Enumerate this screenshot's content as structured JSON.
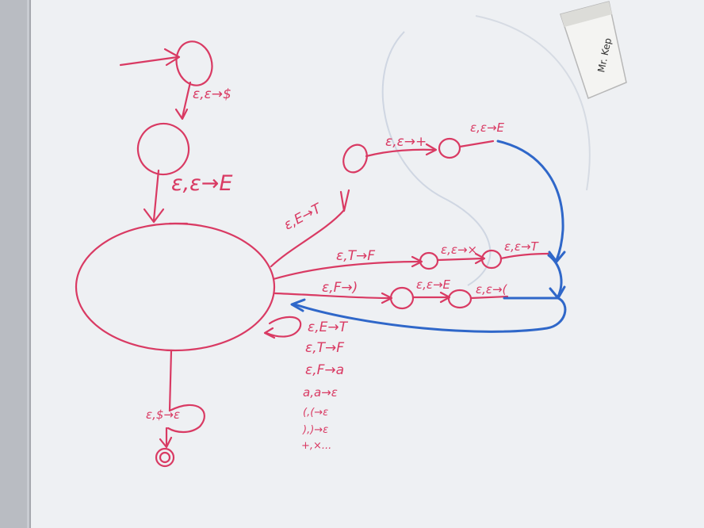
{
  "whiteboard": {
    "colors": {
      "marker_red": "#d93a63",
      "marker_blue": "#2f67c9",
      "board_white": "#eef0f3",
      "frame_gray": "#c9ccd2"
    }
  },
  "eraser": {
    "label": "Mr. Kep"
  },
  "diagram": {
    "start_transition": "ε,ε→$",
    "push_expression": "ε,ε→E",
    "expand_E": "ε,E→T",
    "push_plus": "ε,ε→+",
    "push_E": "ε,ε→E",
    "expand_T": "ε,T→F",
    "push_times": "ε,ε→×",
    "push_T": "ε,ε→T",
    "expand_F": "ε,F→)",
    "push_E_paren": "ε,ε→E",
    "push_open_paren": "ε,ε→(",
    "loop_rules": [
      "ε,E→T",
      "ε,T→F",
      "ε,F→a",
      "a,a→ε",
      "(,(→ε",
      "),)→ε",
      "+,×..."
    ],
    "accept_transition": "ε,$→ε"
  }
}
